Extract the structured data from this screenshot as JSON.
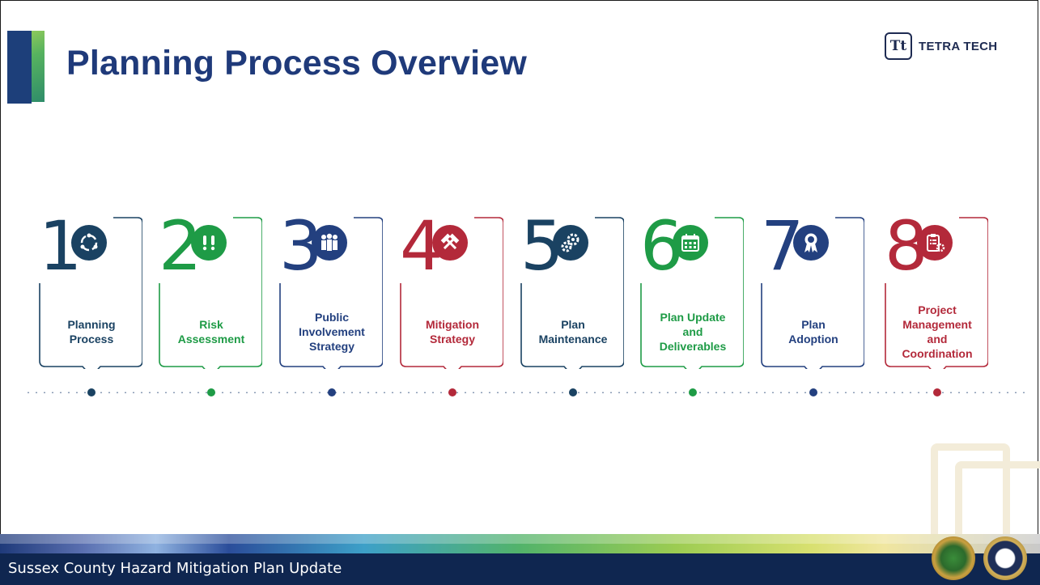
{
  "slide": {
    "title": "Planning Process Overview",
    "logo_text": "TETRA TECH",
    "logo_mark": "Tt",
    "footer_text": "Sussex County Hazard Mitigation Plan Update"
  },
  "colors": {
    "navy": "#1f3a7a",
    "dark_teal": "#1a3f5f",
    "green": "#1e9b46",
    "blue": "#23407f",
    "red": "#b3293a"
  },
  "steps": [
    {
      "number": "1",
      "label": "Planning\nProcess",
      "color": "#1a4262",
      "icon": "cycle-arrows-icon"
    },
    {
      "number": "2",
      "label": "Risk\nAssessment",
      "color": "#1e9b46",
      "icon": "exclamation-icon"
    },
    {
      "number": "3",
      "label": "Public\nInvolvement\nStrategy",
      "color": "#23407f",
      "icon": "people-icon"
    },
    {
      "number": "4",
      "label": "Mitigation\nStrategy",
      "color": "#b3293a",
      "icon": "hammers-icon"
    },
    {
      "number": "5",
      "label": "Plan\nMaintenance",
      "color": "#1a4262",
      "icon": "gears-icon"
    },
    {
      "number": "6",
      "label": "Plan Update\nand\nDeliverables",
      "color": "#1e9b46",
      "icon": "calendar-icon"
    },
    {
      "number": "7",
      "label": "Plan\nAdoption",
      "color": "#23407f",
      "icon": "ribbon-award-icon"
    },
    {
      "number": "8",
      "label": "Project\nManagement\nand\nCoordination",
      "color": "#b3293a",
      "icon": "clipboard-gear-icon"
    }
  ]
}
